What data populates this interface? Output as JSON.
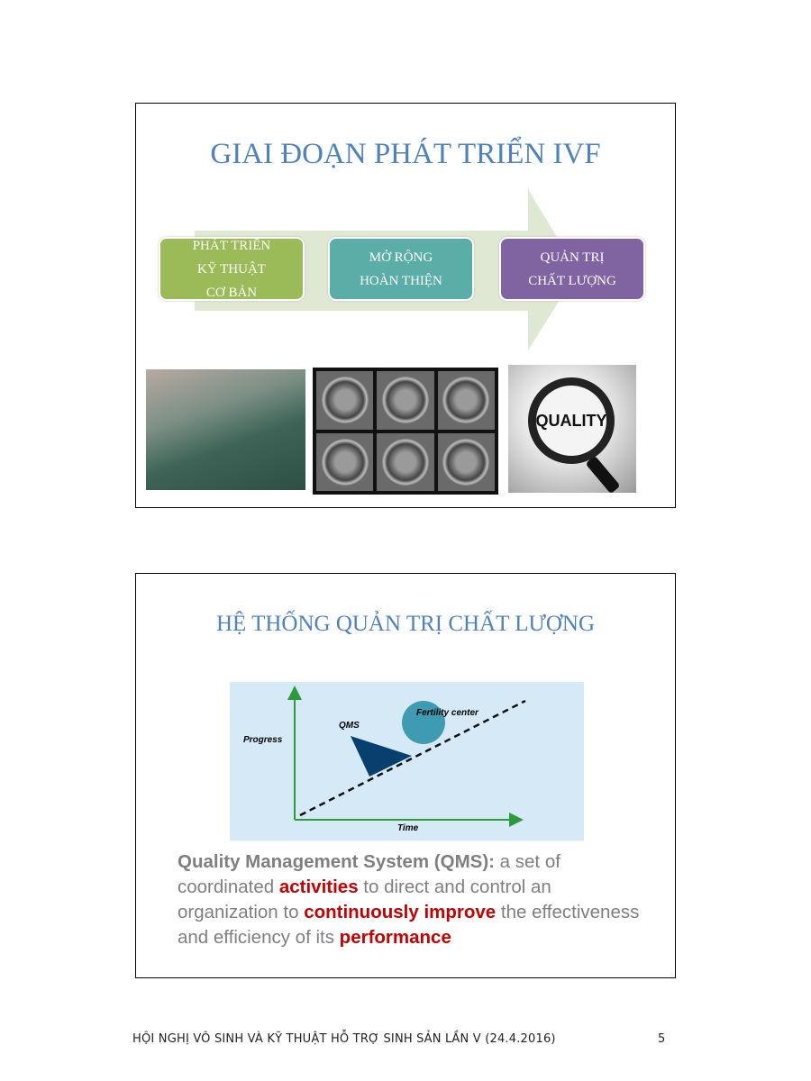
{
  "slide1": {
    "title": "GIAI ĐOẠN PHÁT TRIỂN IVF",
    "stages": [
      {
        "lines": [
          "PHÁT TRIỂN",
          "KỸ THUẬT",
          "CƠ BẢN"
        ],
        "color": "#9bbb59"
      },
      {
        "lines": [
          "MỞ RỘNG",
          "HOÀN THIỆN"
        ],
        "color": "#5bada7"
      },
      {
        "lines": [
          "QUẢN TRỊ",
          "CHẤT LƯỢNG"
        ],
        "color": "#8064a2"
      }
    ],
    "images": {
      "surgeons": "surgeons-photo",
      "embryos": "embryo-grid-photo",
      "quality": "QUALITY"
    }
  },
  "slide2": {
    "title": "HỆ THỐNG QUẢN TRỊ CHẤT LƯỢNG",
    "diagram": {
      "y_label": "Progress",
      "x_label": "Time",
      "qms_label": "QMS",
      "center_label": "Fertility center"
    },
    "definition": {
      "term": "Quality Management System (QMS):",
      "t1": " a set of coordinated ",
      "k1": "activities",
      "t2": " to direct and control an organization to ",
      "k2": "continuously improve",
      "t3": " the effectiveness and efficiency of its ",
      "k3": "performance"
    }
  },
  "footer": {
    "text": "HỘI NGHỊ VÔ SINH VÀ KỸ THUẬT HỖ TRỢ SINH SẢN LẦN V (24.4.2016)",
    "page": "5"
  }
}
